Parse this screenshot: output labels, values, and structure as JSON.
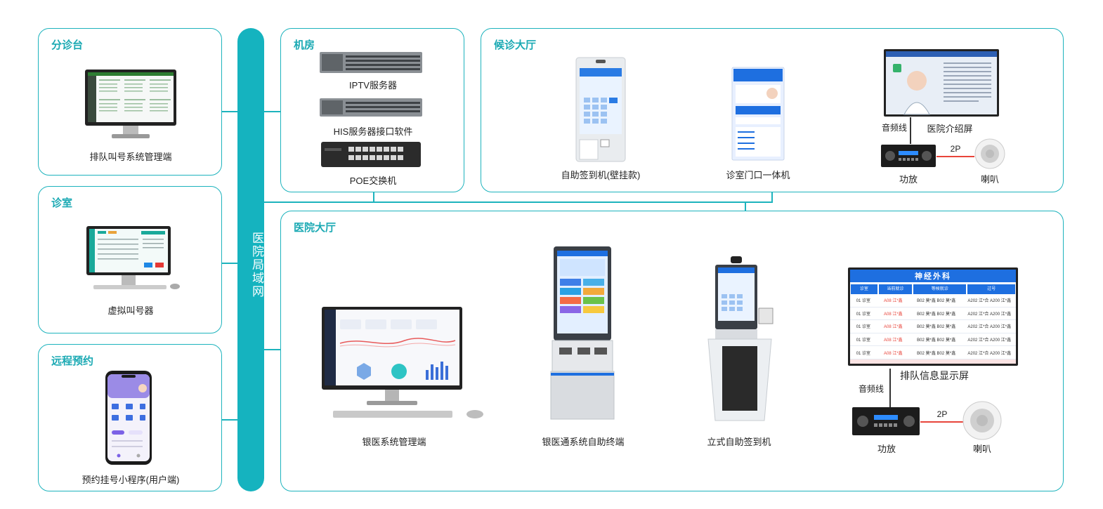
{
  "network": {
    "label": "医院局域网"
  },
  "sections": {
    "triage": {
      "title": "分诊台",
      "devices": [
        "排队叫号系统管理端"
      ]
    },
    "clinic": {
      "title": "诊室",
      "devices": [
        "虚拟叫号器"
      ]
    },
    "remote": {
      "title": "远程预约",
      "devices": [
        "预约挂号小程序(用户端)"
      ]
    },
    "server_room": {
      "title": "机房",
      "devices": [
        "IPTV服务器",
        "HIS服务器接口软件",
        "POE交换机"
      ]
    },
    "waiting_hall": {
      "title": "候诊大厅",
      "devices": [
        "自助签到机(壁挂款)",
        "诊室门口一体机",
        "医院介绍屏",
        "功放",
        "喇叭"
      ],
      "audio_label": "音频线",
      "wire_label": "2P"
    },
    "main_hall": {
      "title": "医院大厅",
      "devices": [
        "银医系统管理端",
        "银医通系统自助终端",
        "立式自助签到机",
        "排队信息显示屏",
        "功放",
        "喇叭"
      ],
      "audio_label": "音频线",
      "wire_label": "2P"
    }
  },
  "queue_screen": {
    "department": "神经外科",
    "headers": [
      "诊室",
      "当前就诊",
      "等候就诊",
      "过号"
    ],
    "rows": [
      [
        "01 诊室",
        "A08 江*鑫",
        "B02 莫*鑫  B02 莫*鑫",
        "A202 江*合  A200 江*鑫"
      ],
      [
        "01 诊室",
        "A08 江*鑫",
        "B02 莫*鑫  B02 莫*鑫",
        "A202 江*合  A200 江*鑫"
      ],
      [
        "01 诊室",
        "A08 江*鑫",
        "B02 莫*鑫  B02 莫*鑫",
        "A202 江*合  A200 江*鑫"
      ],
      [
        "01 诊室",
        "A08 江*鑫",
        "B02 莫*鑫  B02 莫*鑫",
        "A202 江*合  A200 江*鑫"
      ],
      [
        "01 诊室",
        "A08 江*鑫",
        "B02 莫*鑫  B02 莫*鑫",
        "A202 江*合  A200 江*鑫"
      ]
    ]
  },
  "colors": {
    "accent": "#1db3bd",
    "screen_blue": "#1e6fe0",
    "wire_red": "#e8443a"
  }
}
